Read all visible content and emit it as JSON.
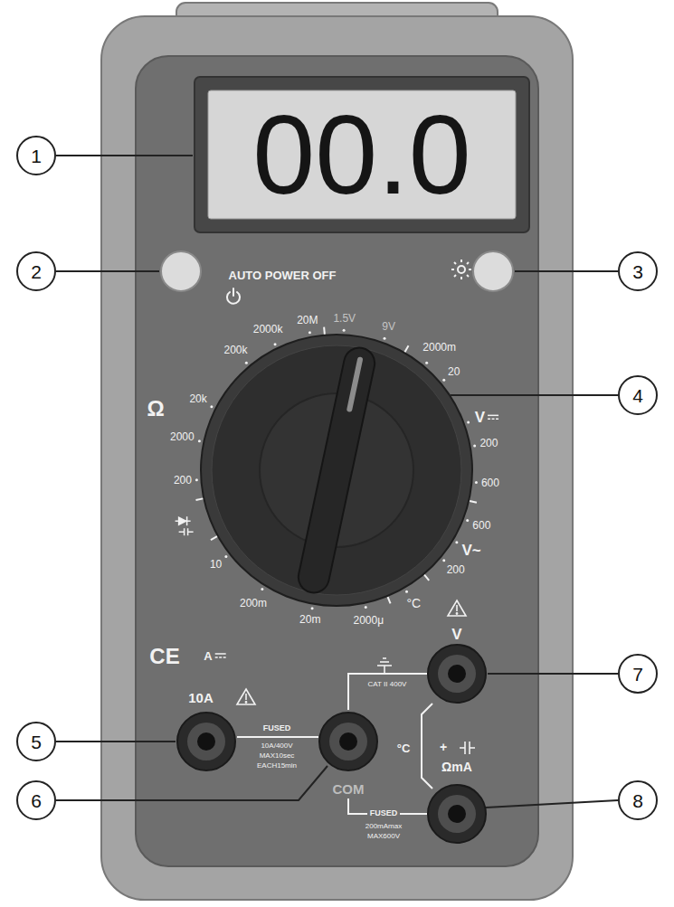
{
  "diagram": {
    "nodes": [
      {
        "text": [
          "1"
        ]
      },
      {
        "text": [
          "2"
        ]
      },
      {
        "text": [
          "3"
        ]
      },
      {
        "text": [
          "4"
        ]
      },
      {
        "text": [
          "5"
        ]
      },
      {
        "text": [
          "6"
        ]
      },
      {
        "text": [
          "7"
        ]
      },
      {
        "text": [
          "8"
        ]
      }
    ],
    "labels": [
      "00.0",
      "AUTO POWER OFF",
      "20M",
      "1.5V",
      "9V",
      "2000m",
      "20",
      "V",
      "200",
      "600",
      "600",
      "V~",
      "200",
      "°C",
      "2000μ",
      "20m",
      "200m",
      "10",
      "200",
      "2000",
      "20k",
      "Ω",
      "200k",
      "2000k",
      "CE",
      "A",
      "10A",
      "FUSED",
      "10A/400V",
      "MAX10sec",
      "EACH15min",
      "COM",
      "FUSED",
      "200mAmax",
      "MAX600V",
      "CAT II 400V",
      "V",
      "°C",
      "+",
      "ΩmA"
    ]
  }
}
